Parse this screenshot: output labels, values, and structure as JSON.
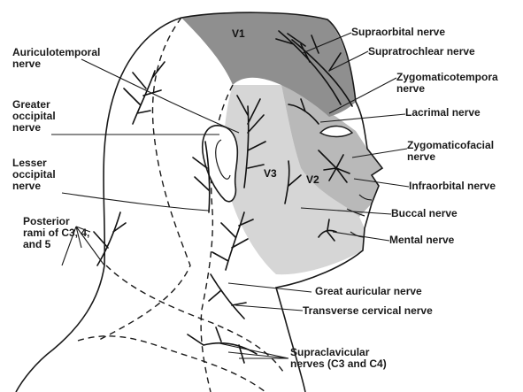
{
  "regions": {
    "v1": "V1",
    "v2": "V2",
    "v3": "V3"
  },
  "labels": {
    "auriculotemporal": "Auriculotemporal\nnerve",
    "greater_occipital": "Greater\noccipital\nnerve",
    "lesser_occipital": "Lesser\noccipital\nnerve",
    "posterior_rami": "Posterior\nrami of C3, 4,\nand 5",
    "supraorbital": "Supraorbital nerve",
    "supratrochlear": "Supratrochlear nerve",
    "zygomaticotemporal": "Zygomaticotempora\nnerve",
    "lacrimal": "Lacrimal nerve",
    "zygomaticofacial": "Zygomaticofacial\nnerve",
    "infraorbital": "Infraorbital nerve",
    "buccal": "Buccal nerve",
    "mental": "Mental nerve",
    "great_auricular": "Great auricular nerve",
    "transverse_cervical": "Transverse cervical nerve",
    "supraclavicular": "Supraclavicular\nnerves (C3 and C4)"
  },
  "colors": {
    "v1_fill": "#8f8f8f",
    "v2_fill": "#b9b9b9",
    "v3_fill": "#d6d6d6",
    "line": "#1a1a1a"
  }
}
